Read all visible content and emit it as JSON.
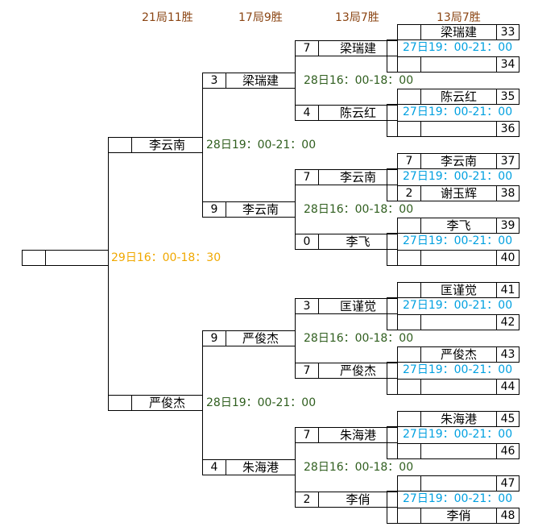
{
  "headers": [
    "21局11胜",
    "17局9胜",
    "13局7胜",
    "13局7胜"
  ],
  "round1": {
    "players": [
      {
        "seed": "33",
        "name": "梁瑞建",
        "score": ""
      },
      {
        "seed": "34",
        "name": "",
        "score": ""
      },
      {
        "seed": "35",
        "name": "陈云红",
        "score": ""
      },
      {
        "seed": "36",
        "name": "",
        "score": ""
      },
      {
        "seed": "37",
        "name": "李云南",
        "score": "7"
      },
      {
        "seed": "38",
        "name": "谢玉辉",
        "score": "2"
      },
      {
        "seed": "39",
        "name": "李飞",
        "score": ""
      },
      {
        "seed": "40",
        "name": "",
        "score": ""
      },
      {
        "seed": "41",
        "name": "匡谨觉",
        "score": ""
      },
      {
        "seed": "42",
        "name": "",
        "score": ""
      },
      {
        "seed": "43",
        "name": "严俊杰",
        "score": ""
      },
      {
        "seed": "44",
        "name": "",
        "score": ""
      },
      {
        "seed": "45",
        "name": "朱海港",
        "score": ""
      },
      {
        "seed": "46",
        "name": "",
        "score": ""
      },
      {
        "seed": "47",
        "name": "",
        "score": ""
      },
      {
        "seed": "48",
        "name": "李俏",
        "score": ""
      }
    ],
    "times": [
      "27日19：00-21：00",
      "27日19：00-21：00",
      "27日19：00-21：00",
      "27日19：00-21：00",
      "27日19：00-21：00",
      "27日19：00-21：00",
      "27日19：00-21：00",
      "27日19：00-21：00"
    ]
  },
  "round2": {
    "players": [
      {
        "score": "7",
        "name": "梁瑞建"
      },
      {
        "score": "4",
        "name": "陈云红"
      },
      {
        "score": "7",
        "name": "李云南"
      },
      {
        "score": "0",
        "name": "李飞"
      },
      {
        "score": "3",
        "name": "匡谨觉"
      },
      {
        "score": "7",
        "name": "严俊杰"
      },
      {
        "score": "7",
        "name": "朱海港"
      },
      {
        "score": "2",
        "name": "李俏"
      }
    ],
    "times": [
      "28日16：00-18：00",
      "28日16：00-18：00",
      "28日16：00-18：00",
      "28日16：00-18：00"
    ]
  },
  "round3": {
    "players": [
      {
        "score": "3",
        "name": "梁瑞建"
      },
      {
        "score": "9",
        "name": "李云南"
      },
      {
        "score": "9",
        "name": "严俊杰"
      },
      {
        "score": "4",
        "name": "朱海港"
      }
    ],
    "times": [
      "28日19：00-21：00",
      "28日19：00-21：00"
    ]
  },
  "round4": {
    "players": [
      {
        "score": "",
        "name": "李云南"
      },
      {
        "score": "",
        "name": "严俊杰"
      }
    ],
    "times": [
      "29日16：00-18：30"
    ]
  },
  "final": {
    "score": "",
    "name": ""
  }
}
